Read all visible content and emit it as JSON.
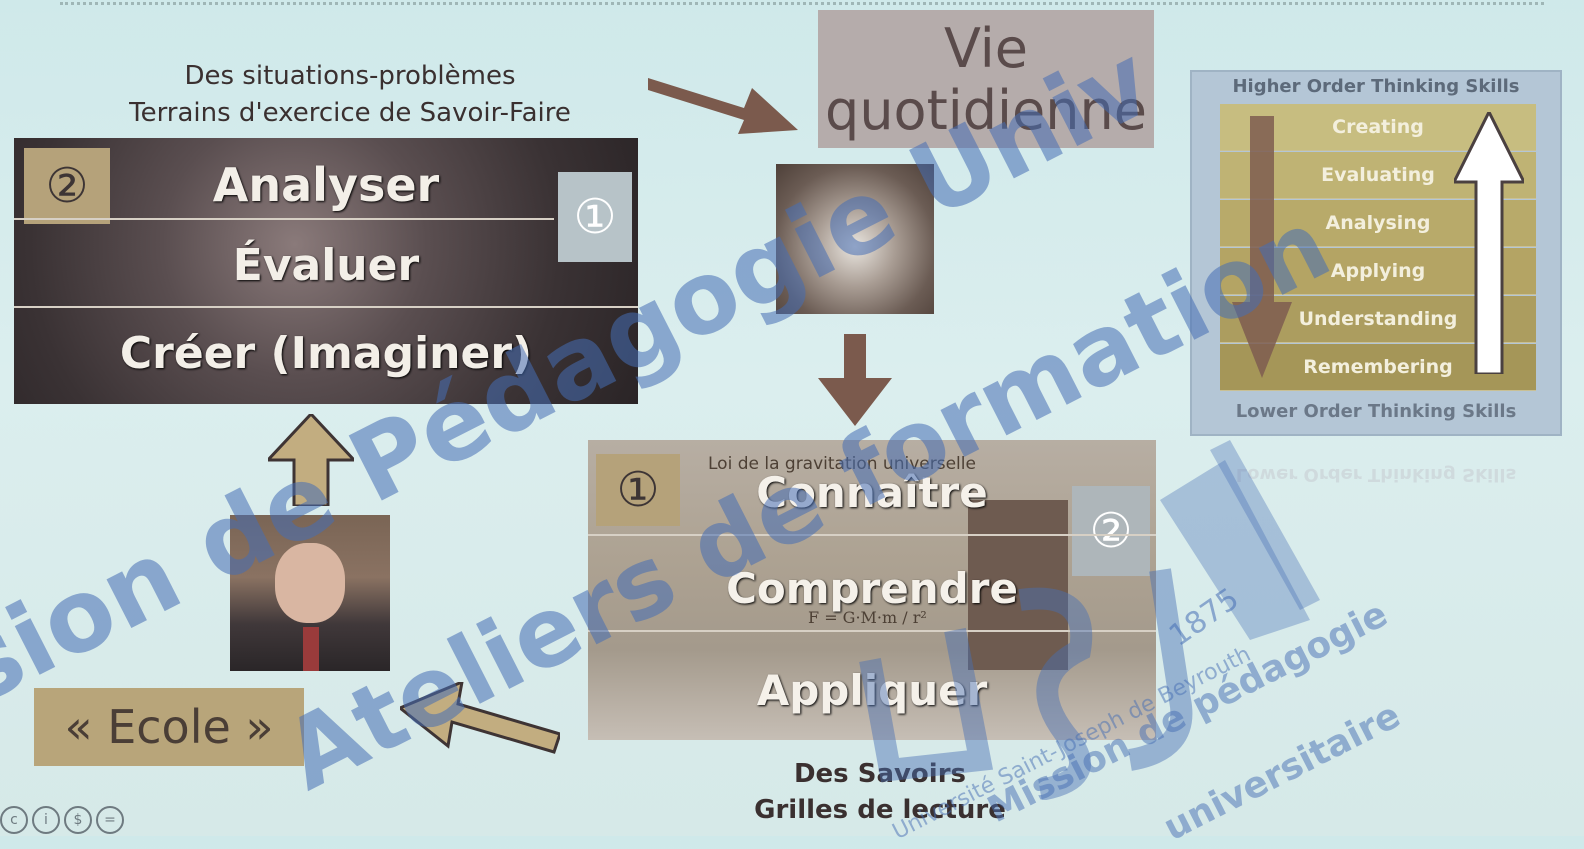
{
  "captions": {
    "top_line1": "Des situations-problèmes",
    "top_line2": "Terrains d'exercice de Savoir-Faire",
    "bottom_line1": "Des Savoirs",
    "bottom_line2": "Grilles de lecture"
  },
  "left_block": {
    "badge_left": "②",
    "badge_right": "①",
    "rows": [
      "Analyser",
      "Évaluer",
      "Créer (Imaginer)"
    ]
  },
  "vie": {
    "line1": "Vie",
    "line2": "quotidienne"
  },
  "ecole": "« Ecole »",
  "center_block": {
    "badge_left": "①",
    "badge_right": "②",
    "title": "Loi de la gravitation universelle",
    "rows": [
      "Connaître",
      "Comprendre",
      "Appliquer"
    ],
    "formula": "F = G·M·m / r²"
  },
  "bloom": {
    "header": "Higher Order  Thinking Skills",
    "levels": [
      "Creating",
      "Evaluating",
      "Analysing",
      "Applying",
      "Understanding",
      "Remembering"
    ],
    "footer": "Lower Order Thinking Skills",
    "colors": [
      "#c7bd80",
      "#bfb374",
      "#b8aa6a",
      "#b4a464",
      "#ac9d5f",
      "#a59658"
    ]
  },
  "watermark": {
    "line1": "sion de Pédagogie Univ",
    "line2": "Ateliers de formation",
    "usj_year": "1875",
    "usj_line1": "Université Saint-Joseph de Beyrouth",
    "usj_line2": "Mission de pédagogie",
    "usj_line3": "universitaire"
  },
  "cc_icons": [
    "cc-icon",
    "by-icon",
    "nc-icon",
    "nd-icon"
  ]
}
